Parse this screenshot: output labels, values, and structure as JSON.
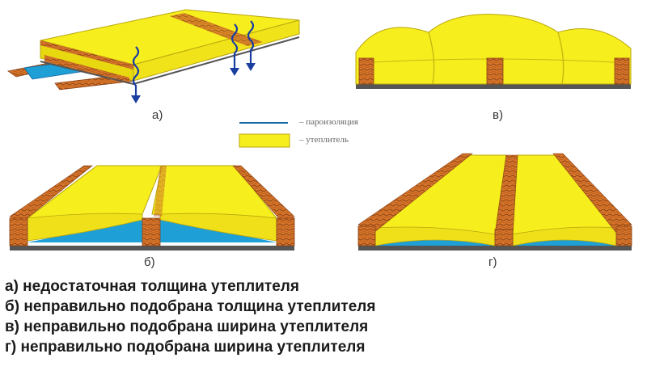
{
  "labels": {
    "a": "а)",
    "b": "б)",
    "v": "в)",
    "g": "г)"
  },
  "legend": {
    "vapor_barrier": "– пароизоляция",
    "insulation": "– утеплитель"
  },
  "captions": [
    "а) недостаточная толщина утеплителя",
    "б) неправильно подобрана толщина утеплителя",
    "в) неправильно подобрана ширина утеплителя",
    "г) неправильно подобрана ширина утеплителя"
  ],
  "colors": {
    "insulation": "#f7ee1d",
    "vapor_barrier": "#1e9fd6",
    "timber": "#d9772a",
    "timber_dark": "#8a4216",
    "arrow": "#1b3fa0",
    "base": "#555555"
  }
}
